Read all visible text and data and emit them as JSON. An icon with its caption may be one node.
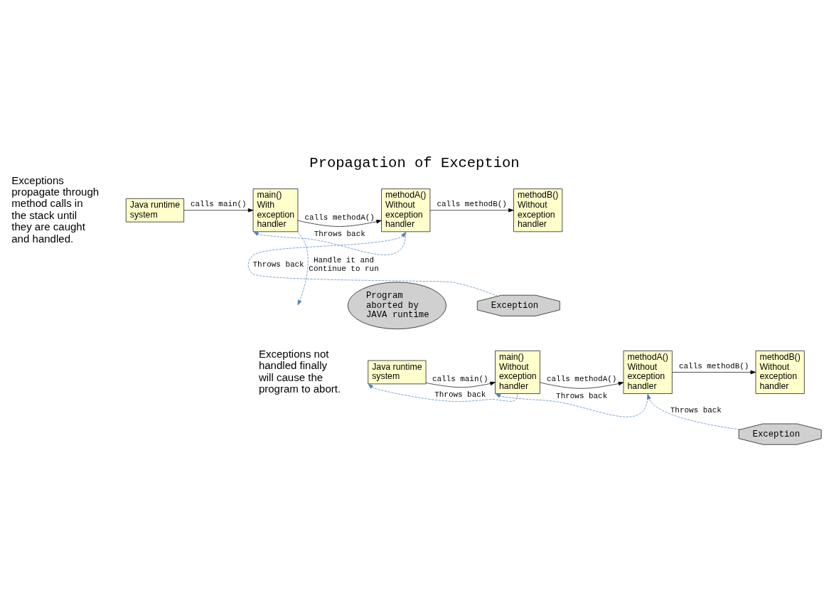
{
  "diagram": {
    "title": "Propagation of Exception",
    "nodes": [
      {
        "text": [
          "Java runtime system"
        ]
      },
      {
        "text": [
          "main()",
          "With exception handler"
        ]
      },
      {
        "text": [
          "methodA()",
          "Without exception handler"
        ]
      },
      {
        "text": [
          "methodB()",
          "Without exception handler"
        ]
      },
      {
        "text": [
          "Exception"
        ]
      },
      {
        "text": [
          "Java runtime system"
        ]
      },
      {
        "text": [
          "main()",
          "Without exception handler"
        ]
      },
      {
        "text": [
          "methodA()",
          "Without exception handler"
        ]
      },
      {
        "text": [
          "methodB()",
          "Without exception handler"
        ]
      },
      {
        "text": [
          "Exception"
        ]
      },
      {
        "text": [
          "Program aborted by JAVA runtime"
        ]
      }
    ],
    "edges": [
      {
        "from": 0,
        "to": 1,
        "arrow": "to",
        "label": "calls main()"
      },
      {
        "from": 1,
        "to": 2,
        "arrow": "to",
        "label": "calls methodA()"
      },
      {
        "from": 2,
        "to": 3,
        "arrow": "to",
        "label": "calls methodB()"
      },
      {
        "from": 1,
        "to": null,
        "arrow": "to",
        "label": "Handle it and Continue to run",
        "style": "dashed",
        "color": "#4a7ebb"
      },
      {
        "from": 2,
        "to": 1,
        "arrow": "to",
        "label": "Throws back",
        "style": "dashed",
        "color": "#4a7ebb"
      },
      {
        "from": 4,
        "to": 2,
        "arrow": "to",
        "label": "Throws back",
        "style": "dashed",
        "color": "#4a7ebb"
      },
      {
        "from": 5,
        "to": 6,
        "arrow": "to",
        "label": "calls main()"
      },
      {
        "from": 6,
        "to": 7,
        "arrow": "to",
        "label": "calls methodA()"
      },
      {
        "from": 7,
        "to": 8,
        "arrow": "to",
        "label": "calls methodB()"
      },
      {
        "from": 6,
        "to": 5,
        "arrow": "to",
        "label": "Throws back",
        "style": "dashed",
        "color": "#4a7ebb"
      },
      {
        "from": 7,
        "to": 6,
        "arrow": "to",
        "label": "Throws back",
        "style": "dashed",
        "color": "#4a7ebb"
      },
      {
        "from": 9,
        "to": 7,
        "arrow": "to",
        "label": "Throws back",
        "style": "dashed",
        "color": "#4a7ebb"
      }
    ],
    "labels": [
      "Exceptions propagate through method calls in the stack until they are caught and handled.",
      "Exceptions not handled finally will cause the program to abort."
    ]
  }
}
